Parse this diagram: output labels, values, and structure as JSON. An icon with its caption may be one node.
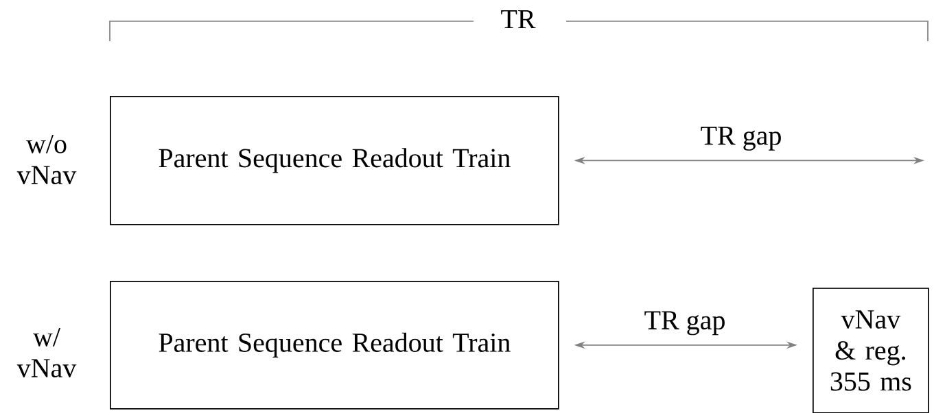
{
  "diagram": {
    "nodes": [
      {
        "text": [
          "Parent Sequence Readout Train"
        ]
      },
      {
        "text": [
          "Parent Sequence Readout Train"
        ]
      },
      {
        "text": [
          "vNav & reg. 355 ms"
        ]
      }
    ],
    "edges": [
      {
        "from": 0,
        "to": null,
        "arrow": "both",
        "label": "TR gap"
      },
      {
        "from": 1,
        "to": 2,
        "arrow": "both",
        "label": "TR gap"
      }
    ],
    "labels": [
      "TR",
      "w/o vNav",
      "w/ vNav"
    ]
  }
}
